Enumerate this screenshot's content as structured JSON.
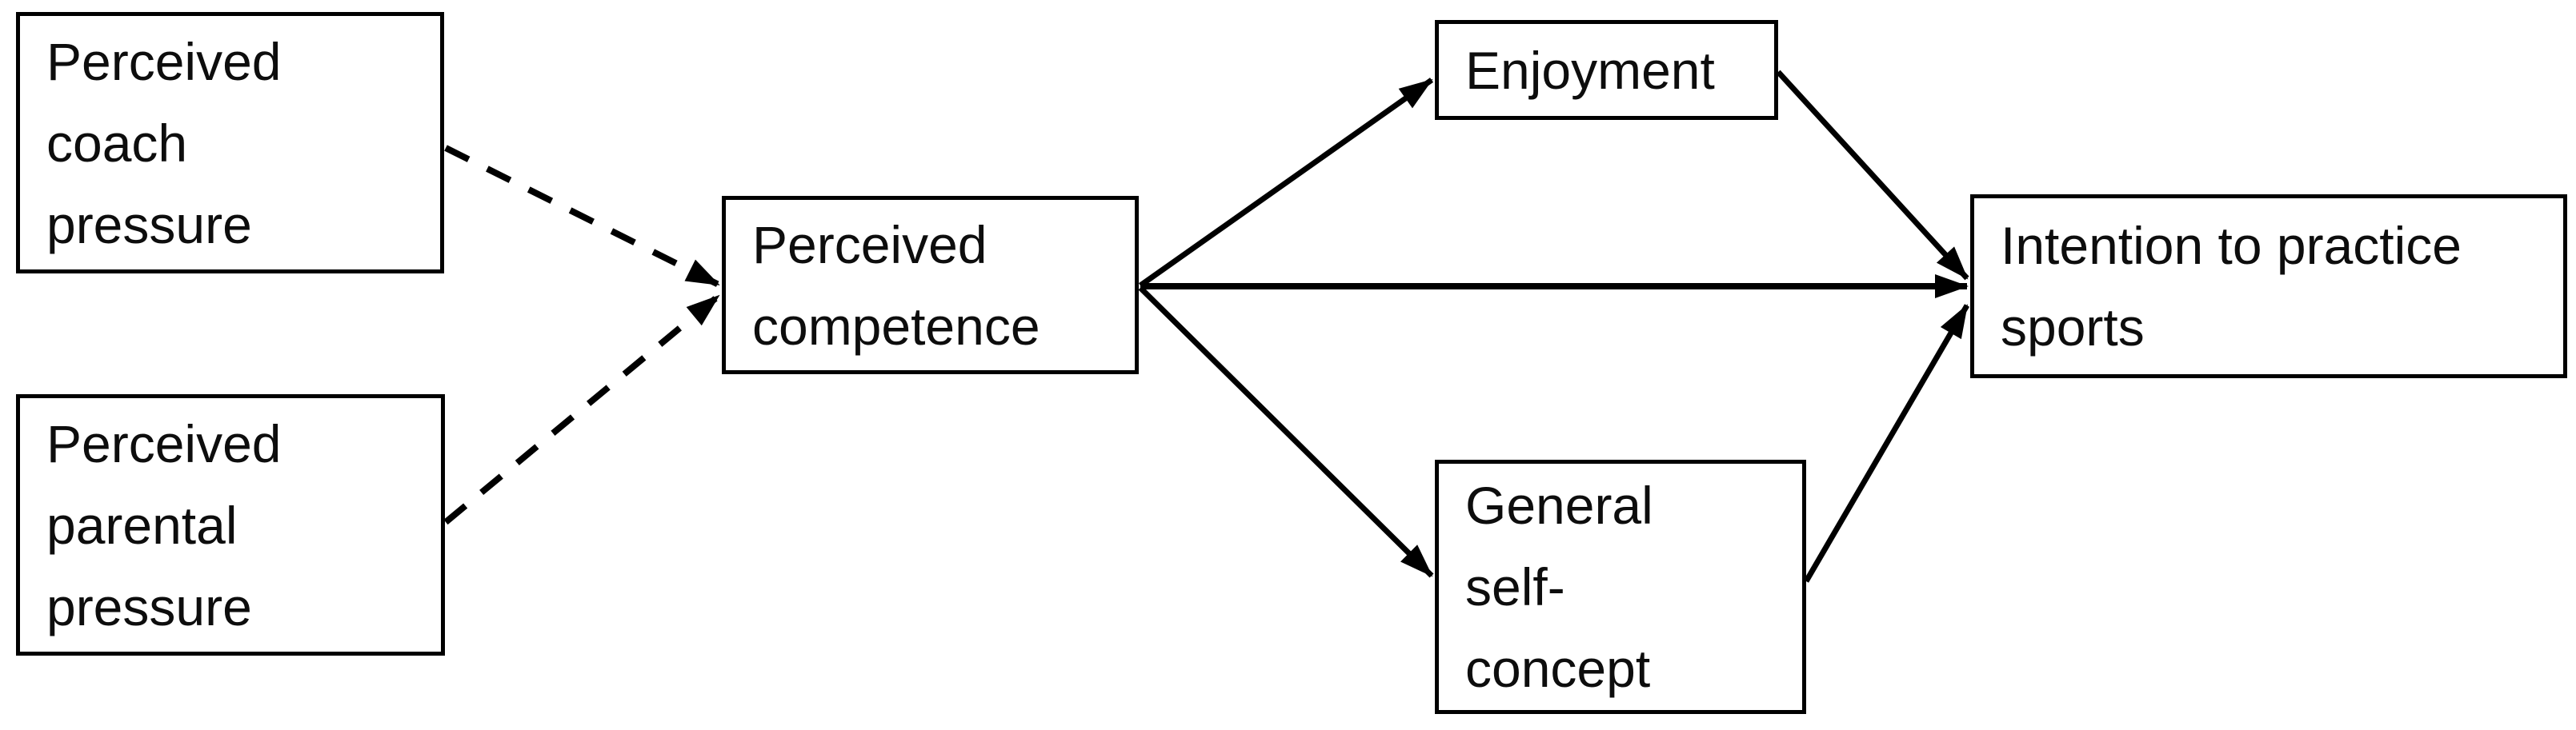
{
  "diagram": {
    "type": "path-model",
    "nodes": {
      "coach": {
        "id": "perceived-coach-pressure",
        "label": "Perceived\ncoach\npressure"
      },
      "parental": {
        "id": "perceived-parental-pressure",
        "label": "Perceived\nparental\npressure"
      },
      "competence": {
        "id": "perceived-competence",
        "label": "Perceived\ncompetence"
      },
      "enjoyment": {
        "id": "enjoyment",
        "label": "Enjoyment"
      },
      "self_concept": {
        "id": "general-self-concept",
        "label": "General\nself-\nconcept"
      },
      "intention": {
        "id": "intention-to-practice-sports",
        "label": "Intention to practice\nsports"
      }
    },
    "edges": [
      {
        "from": "Perceived coach pressure",
        "to": "Perceived competence",
        "line_style": "dashed",
        "arrowhead": "filled-triangle"
      },
      {
        "from": "Perceived parental pressure",
        "to": "Perceived competence",
        "line_style": "dashed",
        "arrowhead": "filled-triangle"
      },
      {
        "from": "Perceived competence",
        "to": "Enjoyment",
        "line_style": "solid",
        "arrowhead": "filled-triangle"
      },
      {
        "from": "Perceived competence",
        "to": "Intention to practice sports",
        "line_style": "solid",
        "arrowhead": "filled-triangle"
      },
      {
        "from": "Perceived competence",
        "to": "General self-concept",
        "line_style": "solid",
        "arrowhead": "filled-triangle"
      },
      {
        "from": "Enjoyment",
        "to": "Intention to practice sports",
        "line_style": "solid",
        "arrowhead": "filled-triangle"
      },
      {
        "from": "General self-concept",
        "to": "Intention to practice sports",
        "line_style": "solid",
        "arrowhead": "filled-triangle"
      }
    ],
    "colors": {
      "background": "#ffffff",
      "box_fill": "#ffffff",
      "box_border": "#000000",
      "line": "#000000",
      "text": "#0d0d0d"
    }
  }
}
